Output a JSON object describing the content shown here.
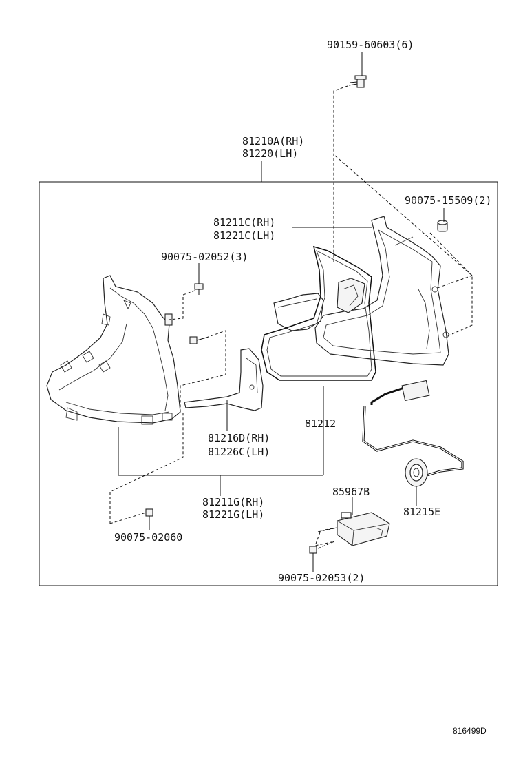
{
  "callouts": {
    "bolt_top": "90159-60603(6)",
    "assy_rh": "81210A(RH)",
    "assy_lh": "81220(LH)",
    "nut_right": "90075-15509(2)",
    "housing_rh": "81211C(RH)",
    "housing_lh": "81221C(LH)",
    "screw_left": "90075-02052(3)",
    "gasket": "81212",
    "bracket_rh": "81216D(RH)",
    "bracket_lh": "81226C(LH)",
    "lens_rh": "81211G(RH)",
    "lens_lh": "81221G(LH)",
    "computer": "85967B",
    "socket": "81215E",
    "screw_bottom_left": "90075-02060",
    "screw_bottom": "90075-02053(2)"
  },
  "figure_id": "816499D"
}
